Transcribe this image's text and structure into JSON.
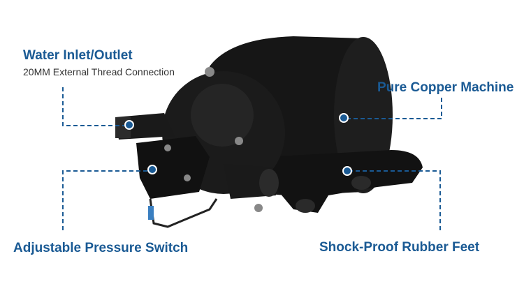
{
  "labels": {
    "water_inlet": "Water Inlet/Outlet",
    "water_inlet_sub": "20MM External Thread Connection",
    "copper": "Pure Copper Machine",
    "pressure_switch": "Adjustable Pressure Switch",
    "rubber_feet": "Shock-Proof Rubber Feet"
  },
  "colors": {
    "accent": "#1a5a94",
    "pump": "#151515"
  }
}
